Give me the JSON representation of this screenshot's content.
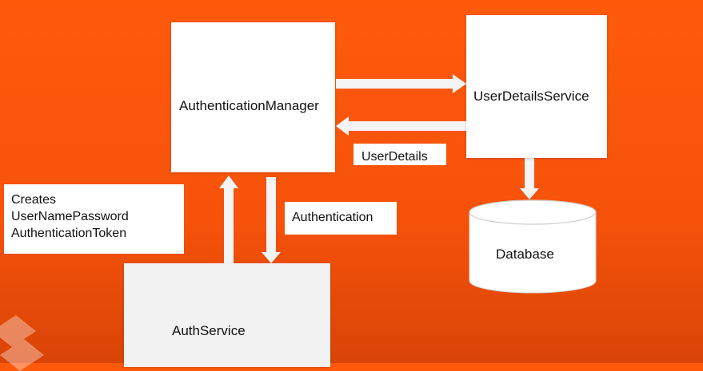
{
  "diagram": {
    "nodes": {
      "auth_manager": "AuthenticationManager",
      "user_details_service": "UserDetailsService",
      "database": "Database",
      "auth_service": "AuthService"
    },
    "edge_labels": {
      "user_details": "UserDetails",
      "authentication": "Authentication"
    },
    "note": {
      "line1": "Creates",
      "line2": "UserNamePassword",
      "line3": "AuthenticationToken"
    }
  },
  "colors": {
    "background": "#ff5a0c",
    "box": "#ffffff",
    "arrow": "#f2f2f2"
  }
}
